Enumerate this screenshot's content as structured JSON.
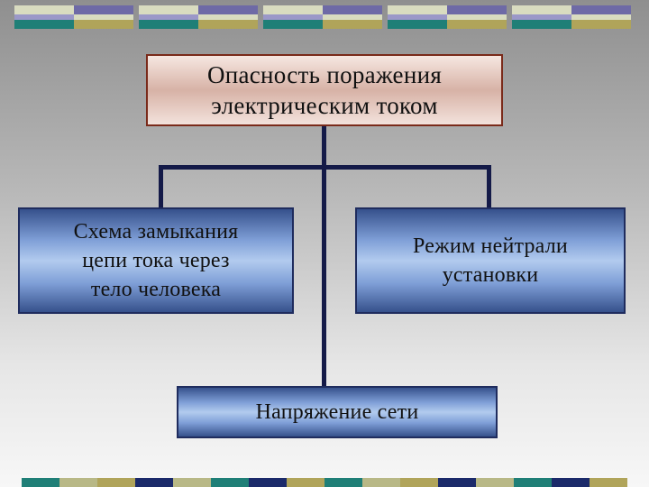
{
  "diagram": {
    "root": {
      "label": "Опасность поражения\nэлектрическим током"
    },
    "nodes": [
      {
        "id": "circuit",
        "label": "Схема замыкания\nцепи тока через\nтело человека"
      },
      {
        "id": "neutral",
        "label": "Режим нейтрали\nустановки"
      },
      {
        "id": "voltage",
        "label": "Напряжение сети"
      }
    ]
  },
  "decoration": {
    "colors": {
      "light": "#d9dcc0",
      "violet": "#6e6aa6",
      "teal": "#1f7f77",
      "olive": "#b0a45a",
      "navy": "#1b2a6a",
      "tan": "#b8b886",
      "lavender": "#9b98c8"
    }
  }
}
